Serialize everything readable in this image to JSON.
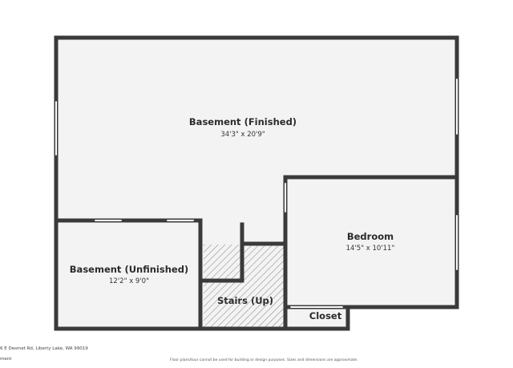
{
  "rooms": {
    "basement_finished": {
      "name": "Basement (Finished)",
      "dims": "34'3\" x 20'9\""
    },
    "bedroom": {
      "name": "Bedroom",
      "dims": "14'5\" x 10'11\""
    },
    "basement_unfinished": {
      "name": "Basement (Unfinished)",
      "dims": "12'2\" x 9'0\""
    },
    "stairs": {
      "name": "Stairs (Up)"
    },
    "closet": {
      "name": "Closet"
    }
  },
  "footer": {
    "address": "6 E Desmet Rd, Liberty Lake, WA 99019",
    "level": "ment",
    "disclaimer": "Floor plans/tour cannot be used for building or design purposes. Sizes and dimensions are approximate."
  },
  "colors": {
    "floor": "#f3f3f3",
    "wall": "#3a3a3a",
    "stairs_hatch": "#7a7a7a"
  }
}
